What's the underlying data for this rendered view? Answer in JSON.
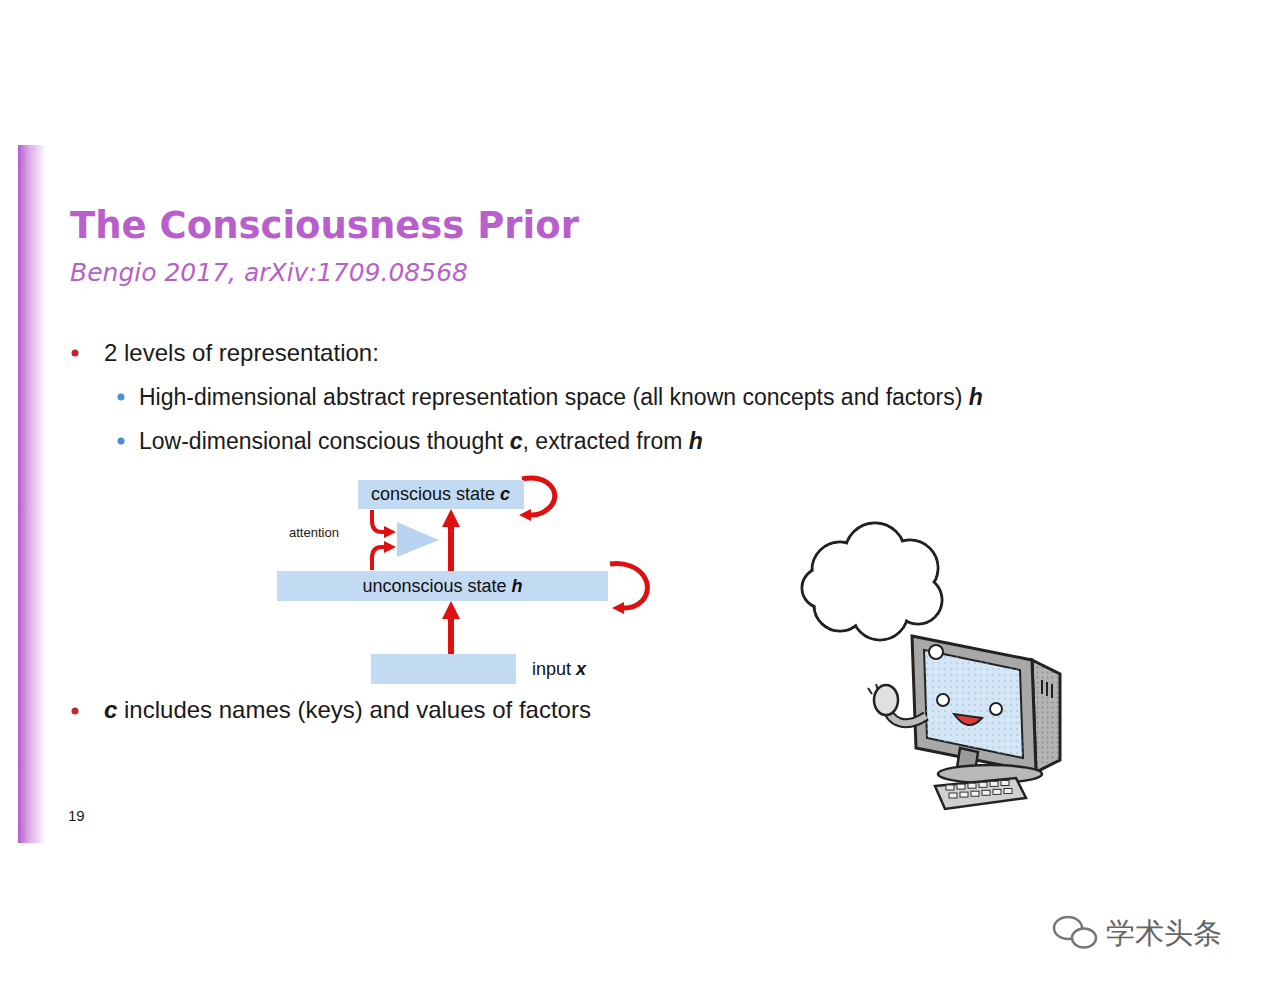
{
  "diagram": {
    "title": "The Consciousness Prior",
    "nodes": [
      {
        "text": [
          "conscious state c"
        ]
      },
      {
        "text": [
          "unconscious state h"
        ]
      },
      {
        "text": [
          "input x"
        ]
      }
    ],
    "edges": [
      {
        "from": 1,
        "to": 0,
        "arrow": "to"
      },
      {
        "from": 2,
        "to": 1,
        "arrow": "to"
      }
    ],
    "labels": [
      "Bengio 2017, arXiv:1709.08568",
      "2 levels of representation:",
      "High-dimensional abstract representation space (all known concepts and factors) h",
      "Low-dimensional conscious thought c, extracted from h",
      "c includes names (keys) and values of factors",
      "attention",
      "19",
      "学术头条"
    ]
  }
}
